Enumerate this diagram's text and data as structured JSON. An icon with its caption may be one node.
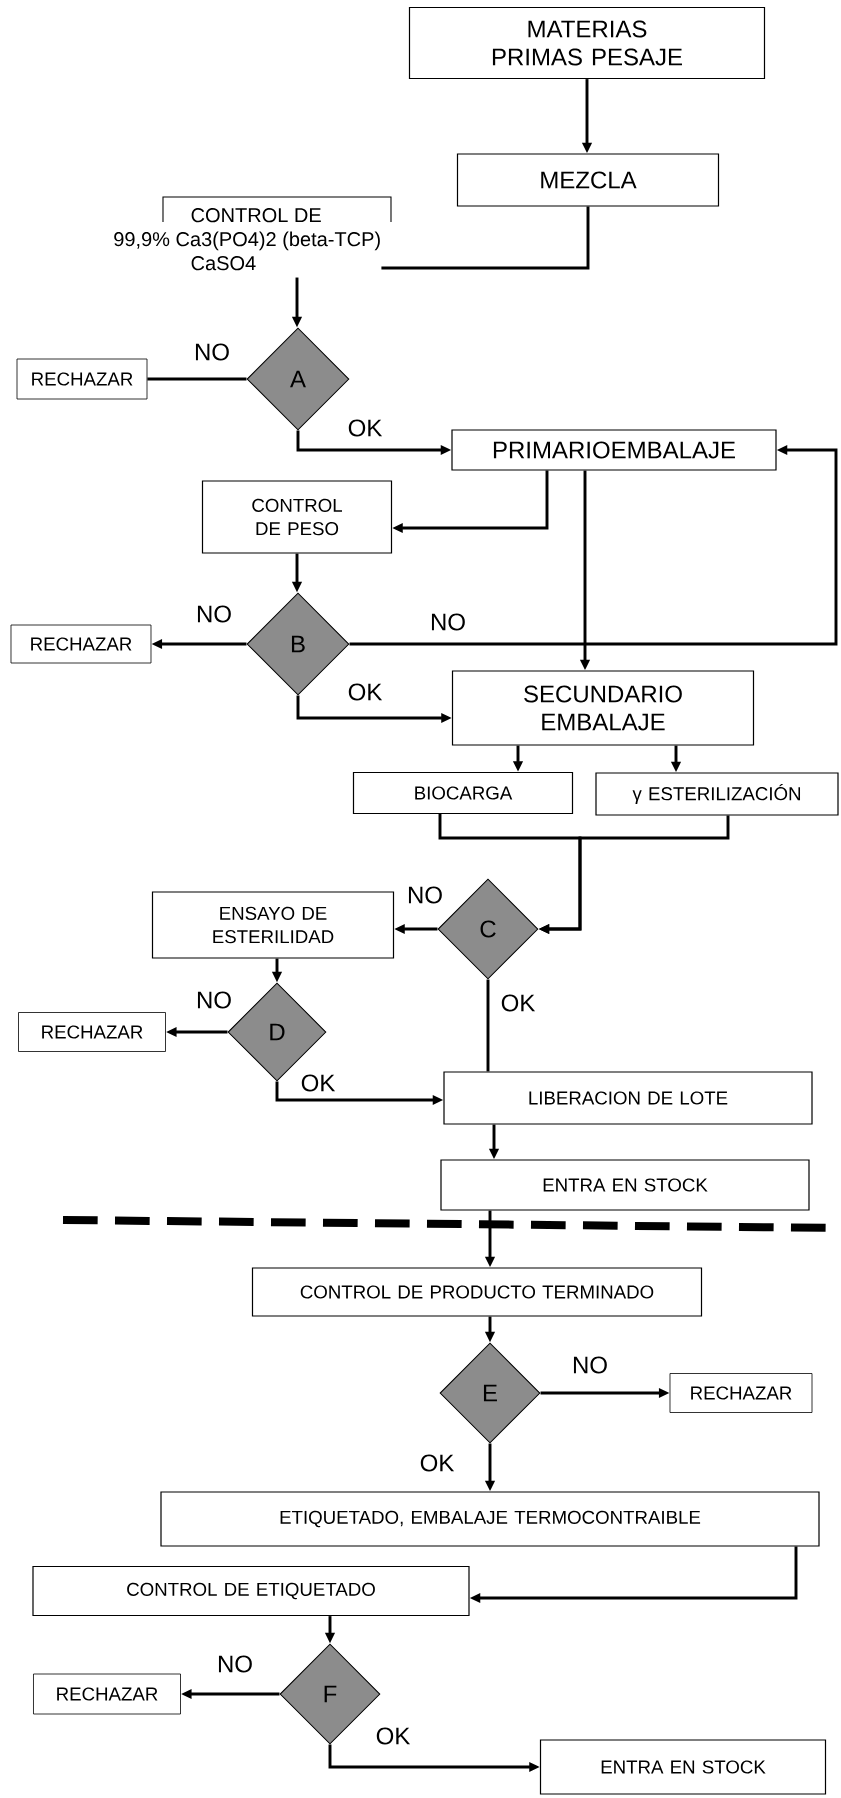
{
  "diagram": {
    "nodes": [
      {
        "text": [
          "MATERIAS PRIMAS PESAJE"
        ]
      },
      {
        "text": [
          "MEZCLA"
        ]
      },
      {
        "text": [
          "CONTROL DE",
          "99,9% Ca3(PO4)2 (beta-TCP)",
          "CaSO4"
        ]
      },
      {
        "text": [
          "A"
        ]
      },
      {
        "text": [
          "RECHAZAR"
        ]
      },
      {
        "text": [
          "PRIMARIOEMBALAJE"
        ]
      },
      {
        "text": [
          "CONTROL DE PESO"
        ]
      },
      {
        "text": [
          "B"
        ]
      },
      {
        "text": [
          "RECHAZAR"
        ]
      },
      {
        "text": [
          "SECUNDARIO EMBALAJE"
        ]
      },
      {
        "text": [
          "BIOCARGA"
        ]
      },
      {
        "text": [
          "γ ESTERILIZACIÓN"
        ]
      },
      {
        "text": [
          "C"
        ]
      },
      {
        "text": [
          "ENSAYO DE ESTERILIDAD"
        ]
      },
      {
        "text": [
          "D"
        ]
      },
      {
        "text": [
          "RECHAZAR"
        ]
      },
      {
        "text": [
          "LIBERACION DE LOTE"
        ]
      },
      {
        "text": [
          "ENTRA EN STOCK"
        ]
      },
      {
        "text": [
          "CONTROL DE PRODUCTO TERMINADO"
        ]
      },
      {
        "text": [
          "E"
        ]
      },
      {
        "text": [
          "RECHAZAR"
        ]
      },
      {
        "text": [
          "ETIQUETADO, EMBALAJE TERMOCONTRAIBLE"
        ]
      },
      {
        "text": [
          "CONTROL DE ETIQUETADO"
        ]
      },
      {
        "text": [
          "F"
        ]
      },
      {
        "text": [
          "RECHAZAR"
        ]
      },
      {
        "text": [
          "ENTRA EN STOCK"
        ]
      }
    ],
    "edges": [
      {
        "from": 0,
        "to": 1,
        "arrow": "to"
      },
      {
        "from": 1,
        "to": 2,
        "arrow": "none"
      },
      {
        "from": 2,
        "to": 3,
        "arrow": "to"
      },
      {
        "from": 3,
        "to": 4,
        "arrow": "none",
        "label": "NO"
      },
      {
        "from": 3,
        "to": 5,
        "arrow": "to",
        "label": "OK"
      },
      {
        "from": 5,
        "to": 6,
        "arrow": "to"
      },
      {
        "from": 6,
        "to": 7,
        "arrow": "to"
      },
      {
        "from": 7,
        "to": 8,
        "arrow": "to",
        "label": "NO"
      },
      {
        "from": 7,
        "to": 5,
        "arrow": "to",
        "label": "NO"
      },
      {
        "from": 7,
        "to": 9,
        "arrow": "to",
        "label": "OK"
      },
      {
        "from": 5,
        "to": 9,
        "arrow": "to"
      },
      {
        "from": 9,
        "to": 10,
        "arrow": "to"
      },
      {
        "from": 9,
        "to": 11,
        "arrow": "to"
      },
      {
        "from": 10,
        "to": 12,
        "arrow": "to"
      },
      {
        "from": 11,
        "to": 12,
        "arrow": "to"
      },
      {
        "from": 12,
        "to": 13,
        "arrow": "to",
        "label": "NO"
      },
      {
        "from": 13,
        "to": 14,
        "arrow": "to"
      },
      {
        "from": 14,
        "to": 15,
        "arrow": "to",
        "label": "NO"
      },
      {
        "from": 14,
        "to": 16,
        "arrow": "to",
        "label": "OK"
      },
      {
        "from": 12,
        "to": 16,
        "arrow": "none",
        "label": "OK"
      },
      {
        "from": 16,
        "to": 17,
        "arrow": "to"
      },
      {
        "from": 17,
        "to": 18,
        "arrow": "to"
      },
      {
        "from": 18,
        "to": 19,
        "arrow": "to"
      },
      {
        "from": 19,
        "to": 20,
        "arrow": "to",
        "label": "NO"
      },
      {
        "from": 19,
        "to": 21,
        "arrow": "to",
        "label": "OK"
      },
      {
        "from": 21,
        "to": 22,
        "arrow": "to"
      },
      {
        "from": 22,
        "to": 23,
        "arrow": "to"
      },
      {
        "from": 23,
        "to": 24,
        "arrow": "to",
        "label": "NO"
      },
      {
        "from": 23,
        "to": 25,
        "arrow": "to",
        "label": "OK"
      }
    ]
  }
}
